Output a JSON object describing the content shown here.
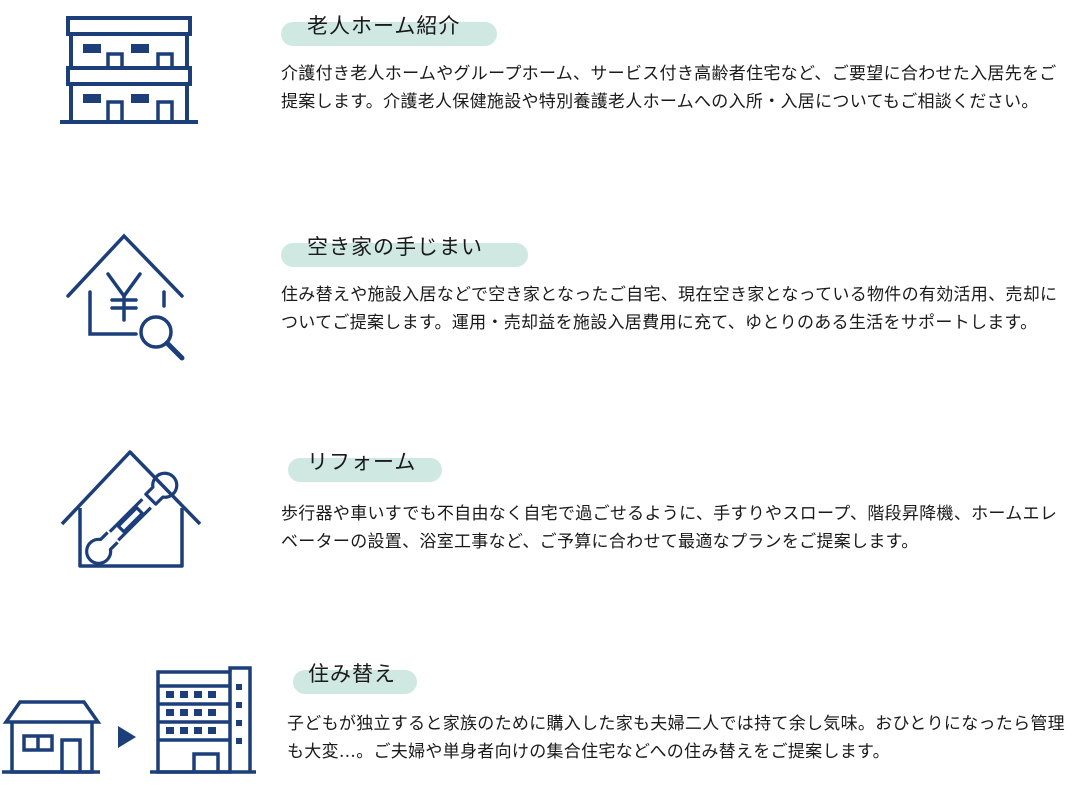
{
  "colors": {
    "icon": "#1c3f7a",
    "highlight": "#cfe9e2"
  },
  "services": [
    {
      "icon": "building-icon",
      "title": "老人ホーム紹介",
      "description": "介護付き老人ホームやグループホーム、サービス付き高齢者住宅など、ご要望に合わせた入居先をご提案します。介護老人保健施設や特別養護老人ホームへの入所・入居についてもご相談ください。"
    },
    {
      "icon": "house-yen-search-icon",
      "title": "空き家の手じまい",
      "description": "住み替えや施設入居などで空き家となったご自宅、現在空き家となっている物件の有効活用、売却についてご提案します。運用・売却益を施設入居費用に充て、ゆとりのある生活をサポートします。"
    },
    {
      "icon": "house-wrench-icon",
      "title": "リフォーム",
      "description": "歩行器や車いすでも不自由なく自宅で過ごせるように、手すりやスロープ、階段昇降機、ホームエレベーターの設置、浴室工事など、ご予算に合わせて最適なプランをご提案します。"
    },
    {
      "icon": "house-to-apartment-icon",
      "title": "住み替え",
      "description": "子どもが独立すると家族のために購入した家も夫婦二人では持て余し気味。おひとりになったら管理も大変…。ご夫婦や単身者向けの集合住宅などへの住み替えをご提案します。"
    }
  ]
}
